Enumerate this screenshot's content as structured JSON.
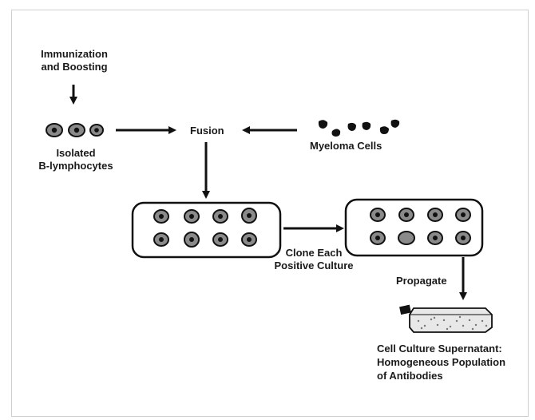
{
  "labels": {
    "immunization_line1": "Immunization",
    "immunization_line2": "and Boosting",
    "isolated_line1": "Isolated",
    "isolated_line2": "B-lymphocytes",
    "fusion": "Fusion",
    "myeloma": "Myeloma Cells",
    "clone_line1": "Clone Each",
    "clone_line2": "Positive Culture",
    "propagate": "Propagate",
    "supernatant_line1": "Cell Culture Supernatant:",
    "supernatant_line2": "Homogeneous Population",
    "supernatant_line3": "of Antibodies"
  },
  "colors": {
    "cell_fill": "#8a8a8a",
    "nucleus": "#111111",
    "stroke": "#111111",
    "flask_fill": "#e8e8e8"
  },
  "icons": [
    "arrow-icon",
    "cell-icon",
    "myeloma-cell-icon",
    "culture-flask-icon"
  ]
}
